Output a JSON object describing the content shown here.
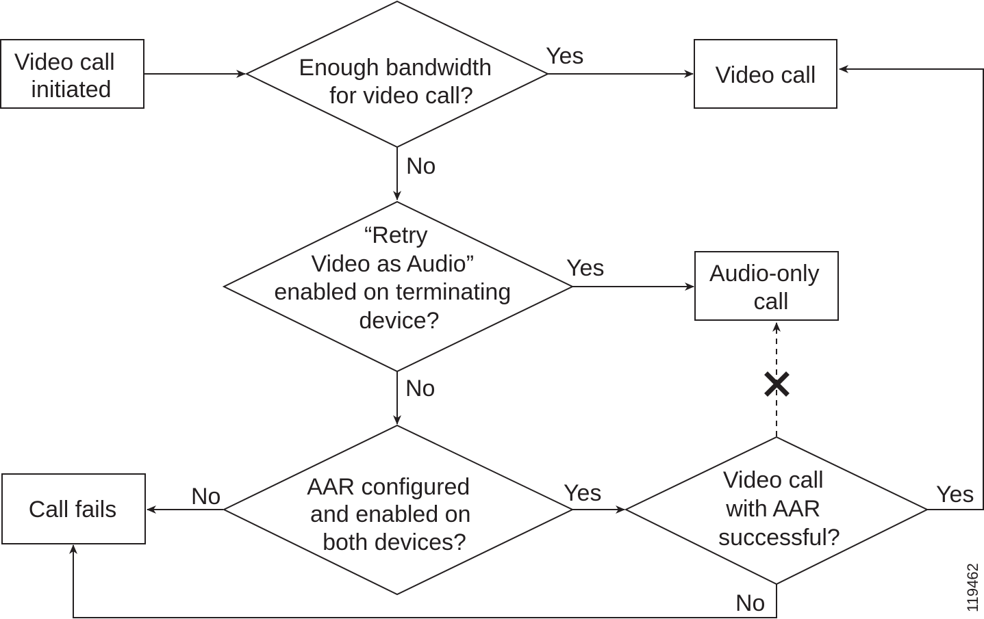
{
  "diagram": {
    "nodes": {
      "video_call_initiated": [
        "Video call",
        "initiated"
      ],
      "enough_bandwidth": [
        "Enough bandwidth",
        "for video call?"
      ],
      "video_call": [
        "Video call"
      ],
      "retry_video_as_audio": [
        "“Retry",
        "Video as Audio”",
        "enabled on terminating",
        "device?"
      ],
      "audio_only_call": [
        "Audio-only",
        "call"
      ],
      "aar_configured": [
        "AAR configured",
        "and enabled on",
        "both devices?"
      ],
      "video_call_with_aar": [
        "Video call",
        "with AAR",
        "successful?"
      ],
      "call_fails": [
        "Call fails"
      ]
    },
    "edge_labels": {
      "bandwidth_yes": "Yes",
      "bandwidth_no": "No",
      "retry_yes": "Yes",
      "retry_no": "No",
      "aar_no": "No",
      "aar_yes": "Yes",
      "aar_success_yes": "Yes",
      "aar_success_no": "No"
    },
    "blocked_path_marker": "x-mark-icon",
    "figure_id": "119462"
  }
}
